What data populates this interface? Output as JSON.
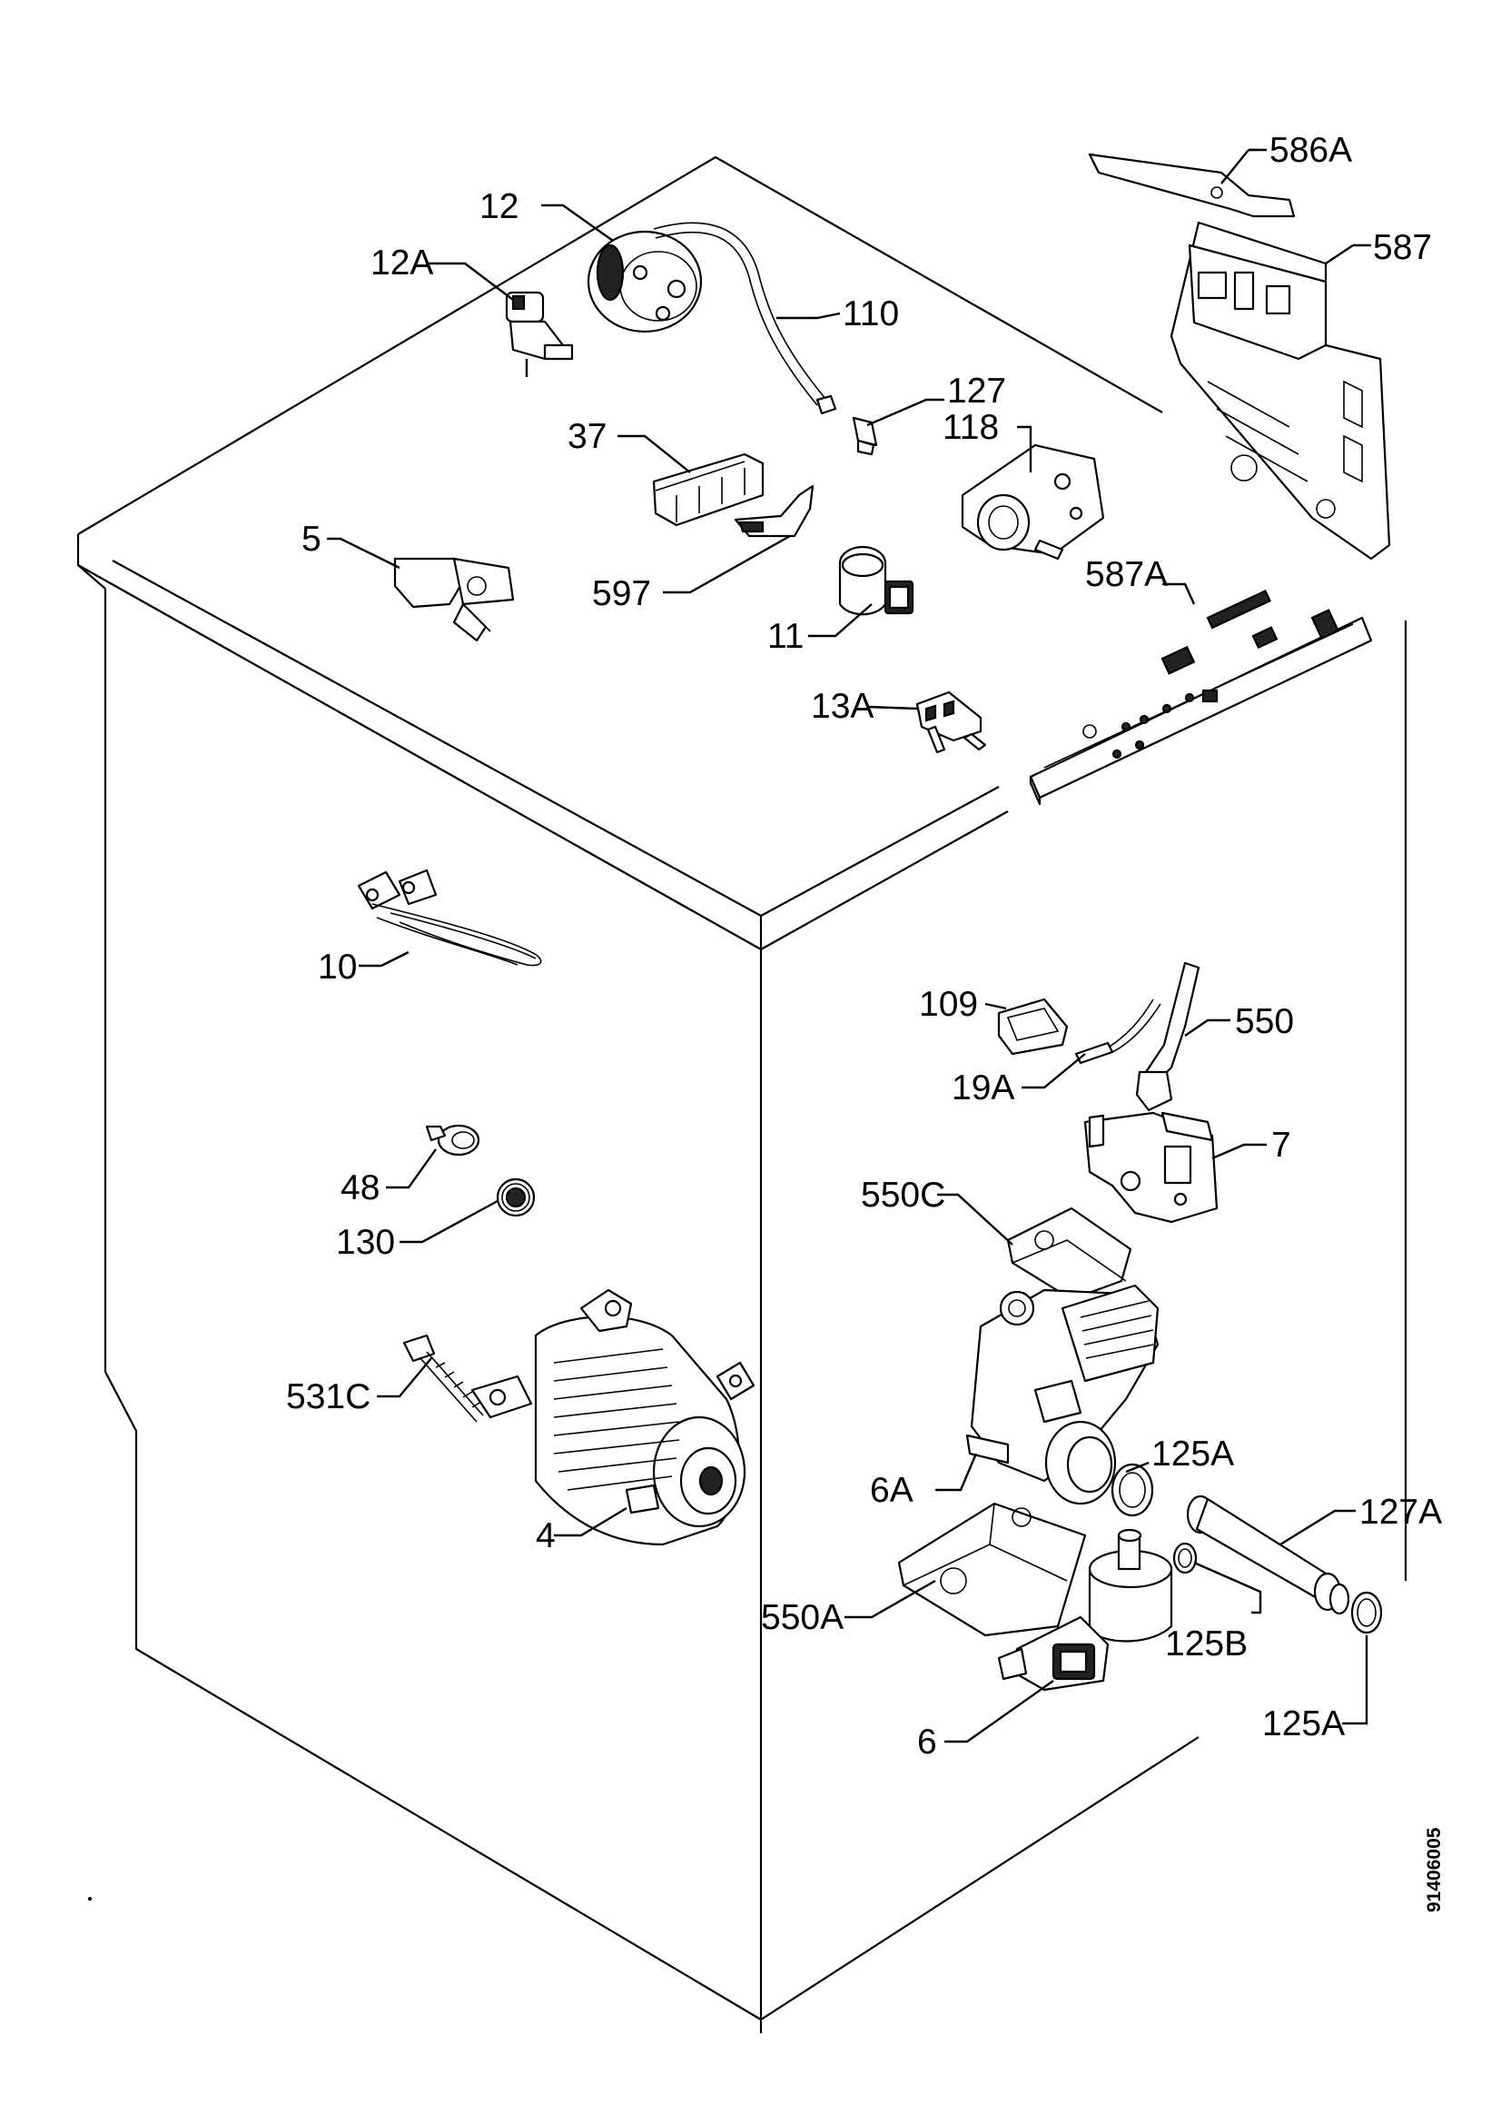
{
  "labels": {
    "p586a": "586A",
    "p587": "587",
    "p12": "12",
    "p12a": "12A",
    "p110": "110",
    "p127": "127",
    "p118": "118",
    "p37": "37",
    "p5": "5",
    "p597": "597",
    "p587a": "587A",
    "p11": "11",
    "p13a": "13A",
    "p10": "10",
    "p109": "109",
    "p550": "550",
    "p19a": "19A",
    "p7": "7",
    "p48": "48",
    "p550c": "550C",
    "p130": "130",
    "p531c": "531C",
    "p125a_1": "125A",
    "p6a": "6A",
    "p127a": "127A",
    "p4": "4",
    "p550a": "550A",
    "p125b": "125B",
    "p6": "6",
    "p125a_2": "125A"
  },
  "drawing_code": "91406005"
}
